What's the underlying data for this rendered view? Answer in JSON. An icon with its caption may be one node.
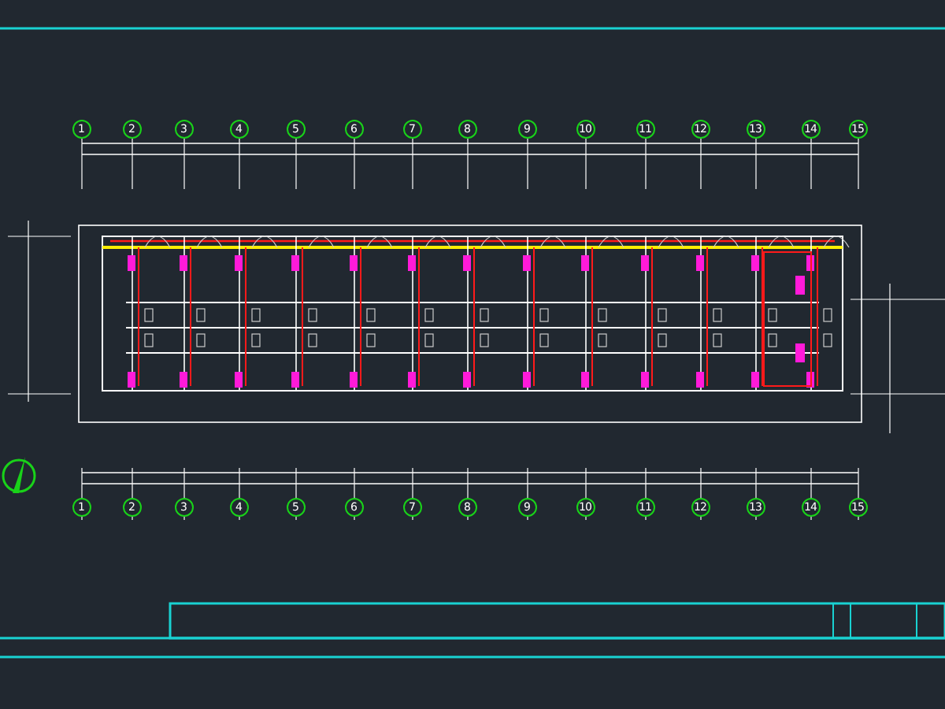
{
  "diagram": {
    "labels": [
      "1",
      "2",
      "3",
      "4",
      "5",
      "6",
      "7",
      "8",
      "9",
      "10",
      "11",
      "12",
      "13",
      "14",
      "15",
      "1",
      "2",
      "3",
      "4",
      "5",
      "6",
      "7",
      "8",
      "9",
      "10",
      "11",
      "12",
      "13",
      "14",
      "15"
    ]
  }
}
